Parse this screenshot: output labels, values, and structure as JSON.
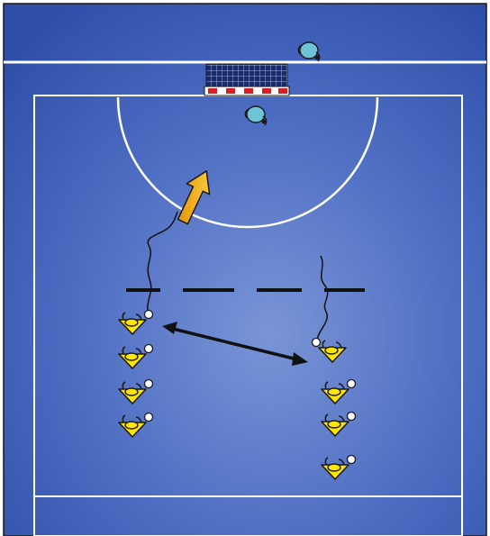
{
  "diagram": {
    "colors": {
      "court_blue": "#2f4ea8",
      "court_blue_light": "#7a95d6",
      "lines": "#ffffff",
      "player_yellow": "#ffe600",
      "player_outline": "#1a1a1a",
      "goalkeeper_cyan": "#6ec3d6",
      "arrow_gold": "#f2a900",
      "arrow_black": "#111111",
      "net_red": "#d41f26"
    },
    "icons": {
      "goal": "handball-goal-icon",
      "player": "attacker-icon",
      "goalkeeper": "defender-icon",
      "ball": "ball-icon",
      "pass_arrow": "double-arrow-icon",
      "shot_arrow": "shot-arrow-icon"
    },
    "left_column_players": 4,
    "right_column_players": 4,
    "goalkeepers": 2
  }
}
